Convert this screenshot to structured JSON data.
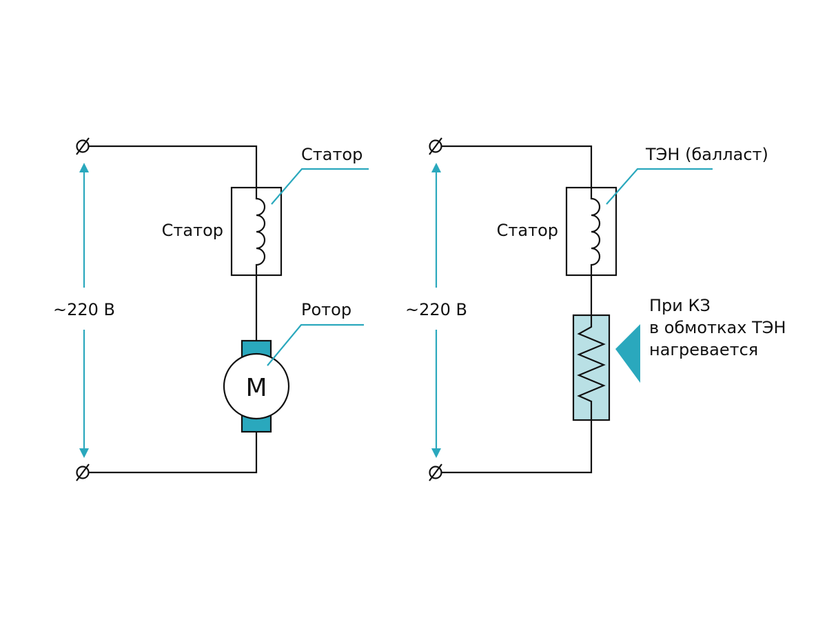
{
  "colors": {
    "accent": "#2aa8bd",
    "accent_light": "#b9e0e5",
    "line": "#111111"
  },
  "left_circuit": {
    "voltage_label": "~220 В",
    "stator_label": "Статор",
    "stator_callout": "Статор",
    "rotor_callout": "Ротор",
    "motor_letter": "М"
  },
  "right_circuit": {
    "voltage_label": "~220 В",
    "stator_label": "Статор",
    "heater_callout": "ТЭН (балласт)",
    "note_lines": [
      "При КЗ",
      "в обмотках ТЭН",
      "нагревается"
    ]
  }
}
